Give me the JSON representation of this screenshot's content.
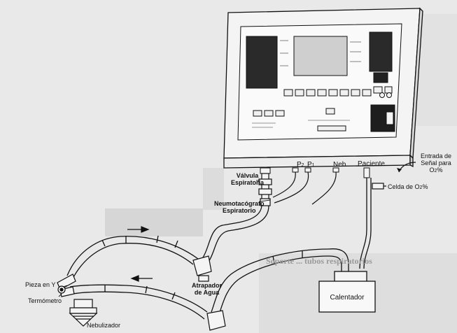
{
  "labels": {
    "valvula": "Válvula\nEspiratoria",
    "neumotacografo": "Neumotacógrafo\nEspiratorio",
    "p2": "P",
    "p2_sub": "2",
    "p1": "P",
    "p1_sub": "1",
    "neb": "Neb.",
    "paciente": "Paciente",
    "entrada": "Entrada de\nSeñal para",
    "entrada_o2": "O",
    "entrada_o2_sub": "2",
    "entrada_pct": "%",
    "celda": "Celda de O",
    "celda_sub": "2",
    "celda_pct": "%",
    "pieza_en_y": "Pieza en Y",
    "termometro": "Termómetro",
    "atrapador": "Atrapador\nde Agua",
    "calentador": "Calentador",
    "nebulizador": "Nebulizador"
  },
  "background_text": {
    "soporte": "Soporte ... tubos respiratorios"
  },
  "colors": {
    "paper": "#e9e9e9",
    "ink": "#111111",
    "panel_fill": "#f4f4f4",
    "screen_fill": "#cfcfcf",
    "dark_block": "#1e1e1e"
  }
}
